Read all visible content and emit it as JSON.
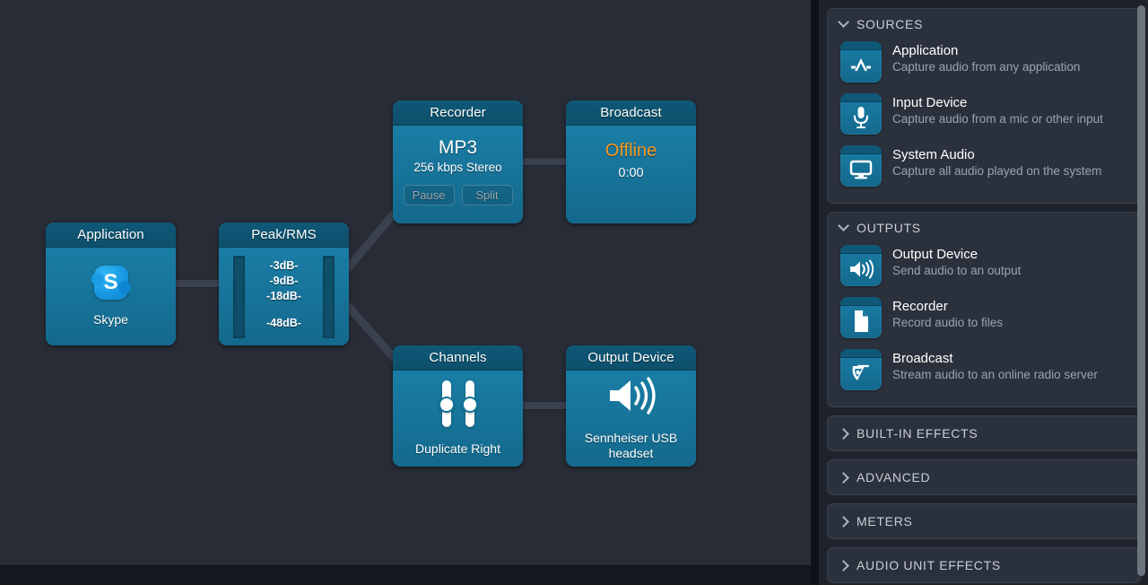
{
  "canvas": {
    "nodes": [
      {
        "id": "application",
        "title": "Application",
        "icon": "skype-icon",
        "caption": "Skype"
      },
      {
        "id": "peakrms",
        "title": "Peak/RMS",
        "scale": [
          "-3dB-",
          "-9dB-",
          "-18dB-",
          "-48dB-"
        ]
      },
      {
        "id": "recorder",
        "title": "Recorder",
        "format": "MP3",
        "detail": "256 kbps Stereo",
        "buttons": [
          {
            "label": "Pause",
            "name": "pause-button"
          },
          {
            "label": "Split",
            "name": "split-button"
          }
        ]
      },
      {
        "id": "broadcast",
        "title": "Broadcast",
        "status": "Offline",
        "status_color": "#f59a21",
        "time": "0:00"
      },
      {
        "id": "channels",
        "title": "Channels",
        "icon": "faders-icon",
        "caption": "Duplicate Right"
      },
      {
        "id": "output",
        "title": "Output Device",
        "icon": "speaker-icon",
        "caption": "Sennheiser USB headset"
      }
    ],
    "connections": [
      {
        "from": "application",
        "to": "peakrms"
      },
      {
        "from": "peakrms",
        "to": "recorder"
      },
      {
        "from": "peakrms",
        "to": "channels"
      },
      {
        "from": "recorder",
        "to": "broadcast"
      },
      {
        "from": "channels",
        "to": "output"
      }
    ]
  },
  "sidebar": {
    "sections": [
      {
        "id": "sources",
        "title": "SOURCES",
        "expanded": true,
        "items": [
          {
            "title": "Application",
            "desc": "Capture audio from any application",
            "icon": "app-store-icon"
          },
          {
            "title": "Input Device",
            "desc": "Capture audio from a mic or other input",
            "icon": "microphone-icon"
          },
          {
            "title": "System Audio",
            "desc": "Capture all audio played on the system",
            "icon": "monitor-icon"
          }
        ]
      },
      {
        "id": "outputs",
        "title": "OUTPUTS",
        "expanded": true,
        "items": [
          {
            "title": "Output Device",
            "desc": "Send audio to an output",
            "icon": "speaker-icon"
          },
          {
            "title": "Recorder",
            "desc": "Record audio to files",
            "icon": "document-icon"
          },
          {
            "title": "Broadcast",
            "desc": "Stream audio to an online radio server",
            "icon": "satellite-dish-icon"
          }
        ]
      },
      {
        "id": "built-in-effects",
        "title": "BUILT-IN EFFECTS",
        "expanded": false,
        "items": []
      },
      {
        "id": "advanced",
        "title": "ADVANCED",
        "expanded": false,
        "items": []
      },
      {
        "id": "meters",
        "title": "METERS",
        "expanded": false,
        "items": []
      },
      {
        "id": "audio-unit-effects",
        "title": "AUDIO UNIT EFFECTS",
        "expanded": false,
        "items": []
      }
    ]
  },
  "colors": {
    "node_body": "#16759b",
    "node_header": "#0f5877",
    "canvas_bg": "#272c36",
    "sidebar_bg": "#1d222b",
    "panel_bg": "#2b313c",
    "accent_warning": "#f59a21"
  }
}
